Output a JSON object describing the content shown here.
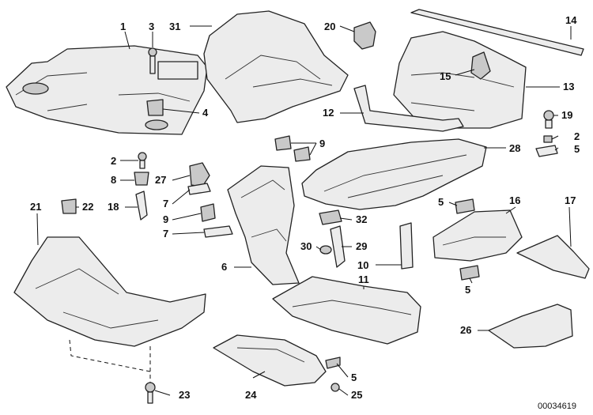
{
  "diagram": {
    "reference_number": "00034619",
    "callouts": {
      "c1": "1",
      "c2a": "2",
      "c2b": "2",
      "c3": "3",
      "c4": "4",
      "c5a": "5",
      "c5b": "5",
      "c5c": "5",
      "c5d": "5",
      "c6": "6",
      "c7a": "7",
      "c7b": "7",
      "c8": "8",
      "c9a": "9",
      "c9b": "9",
      "c10": "10",
      "c11": "11",
      "c12": "12",
      "c13": "13",
      "c14": "14",
      "c15": "15",
      "c16": "16",
      "c17": "17",
      "c18": "18",
      "c19": "19",
      "c20": "20",
      "c21": "21",
      "c22": "22",
      "c23": "23",
      "c24": "24",
      "c25": "25",
      "c26": "26",
      "c27": "27",
      "c28": "28",
      "c29": "29",
      "c30": "30",
      "c31": "31",
      "c32": "32"
    }
  }
}
